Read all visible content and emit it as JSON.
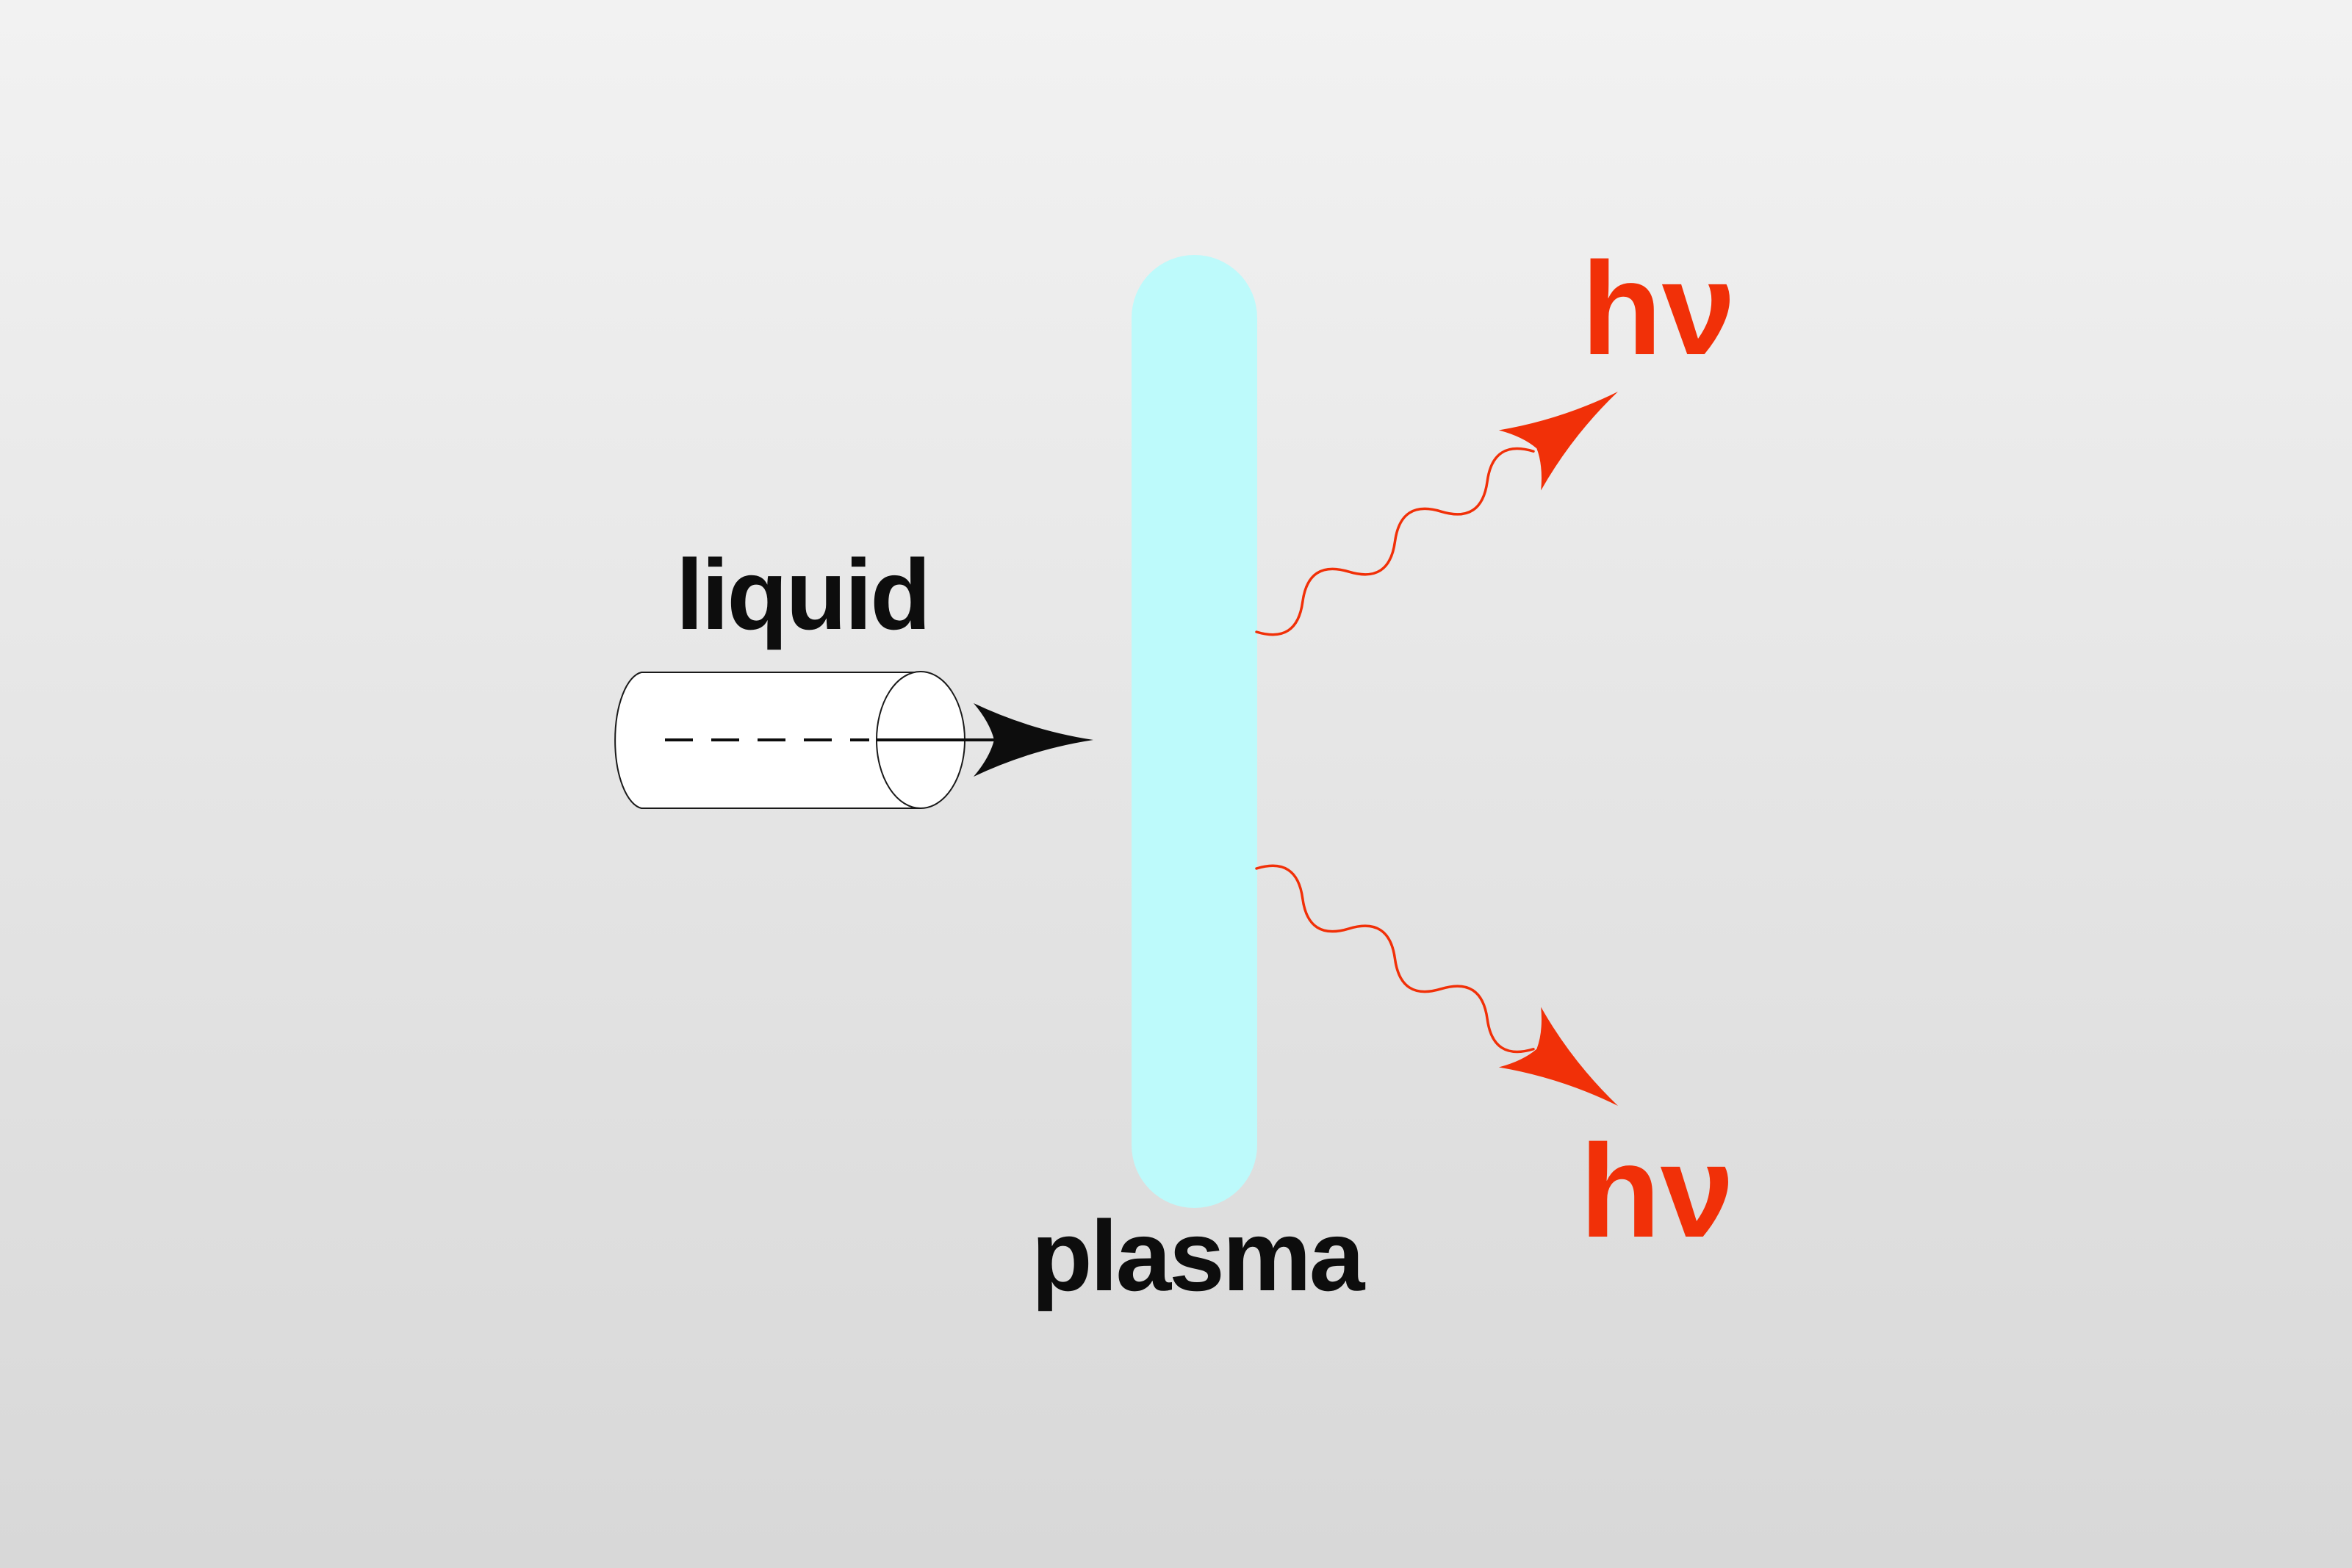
{
  "labels": {
    "liquid": "liquid",
    "plasma": "plasma",
    "photon_top": "hν",
    "photon_bottom": "hν"
  },
  "colors": {
    "background_top": "#f2f2f2",
    "background_bottom": "#d8d8d8",
    "plasma": "#bdfafb",
    "photon": "#f13008",
    "ink": "#0d0d0d"
  }
}
